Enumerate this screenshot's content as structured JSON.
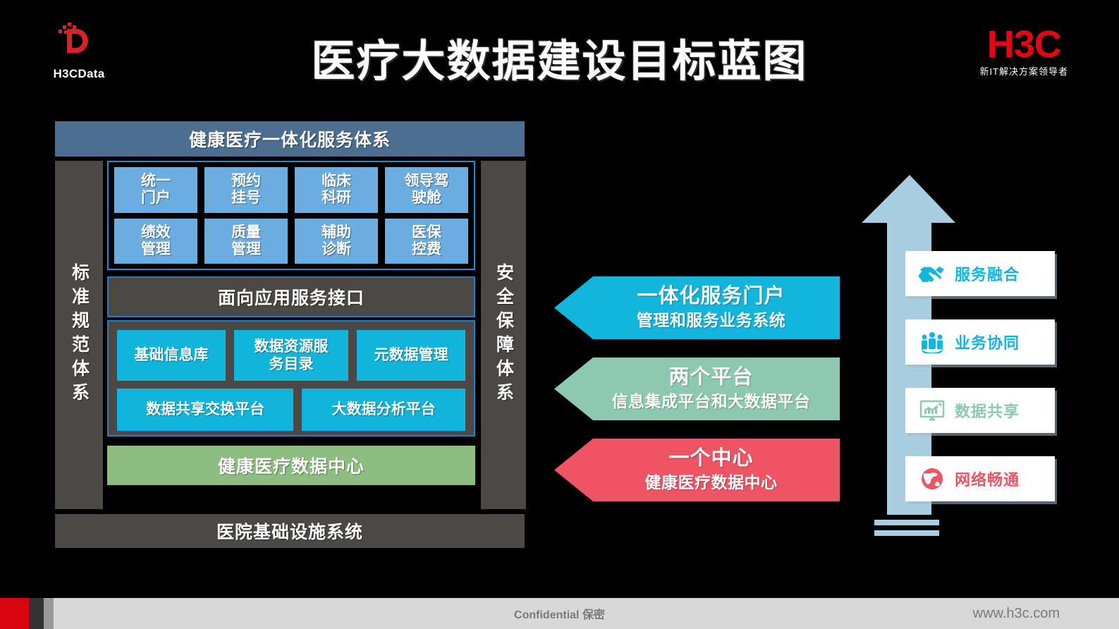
{
  "header": {
    "title": "医疗大数据建设目标蓝图",
    "left_logo_caption": "H3CData",
    "left_logo_icon": "h3cdata-pixel-d-logo",
    "right_logo_word": "H3C",
    "right_logo_tagline": "新IT解决方案领导者"
  },
  "architecture": {
    "top_bar": "健康医疗一体化服务体系",
    "left_side": "标准规范体系",
    "right_side": "安全保障体系",
    "apps": [
      "统一\n门户",
      "预约\n挂号",
      "临床\n科研",
      "领导驾\n驶舱",
      "绩效\n管理",
      "质量\n管理",
      "辅助\n诊断",
      "医保\n控费"
    ],
    "apps_flat": [
      {
        "l1": "统一",
        "l2": "门户"
      },
      {
        "l1": "预约",
        "l2": "挂号"
      },
      {
        "l1": "临床",
        "l2": "科研"
      },
      {
        "l1": "领导驾",
        "l2": "驶舱"
      },
      {
        "l1": "绩效",
        "l2": "管理"
      },
      {
        "l1": "质量",
        "l2": "管理"
      },
      {
        "l1": "辅助",
        "l2": "诊断"
      },
      {
        "l1": "医保",
        "l2": "控费"
      }
    ],
    "interface_bar": "面向应用服务接口",
    "data_row1": [
      "基础信息库",
      "数据资源服\n务目录",
      "元数据管理"
    ],
    "data_row1_items": [
      {
        "l1": "基础信息库",
        "l2": ""
      },
      {
        "l1": "数据资源服",
        "l2": "务目录"
      },
      {
        "l1": "元数据管理",
        "l2": ""
      }
    ],
    "data_row2": [
      "数据共享交换平台",
      "大数据分析平台"
    ],
    "data_center_bar": "健康医疗数据中心",
    "bottom_bar": "医院基础设施系统"
  },
  "chevrons": [
    {
      "title": "一体化服务门户",
      "subtitle": "管理和服务业务系统",
      "color": "#12B5DC"
    },
    {
      "title": "两个平台",
      "subtitle": "信息集成平台和大数据平台",
      "color": "#8CC9B0"
    },
    {
      "title": "一个中心",
      "subtitle": "健康医疗数据中心",
      "color": "#EF5464"
    }
  ],
  "benefit_cards": [
    {
      "label": "服务融合",
      "icon": "handshake-icon",
      "color": "#12B5DC"
    },
    {
      "label": "业务协同",
      "icon": "people-group-icon",
      "color": "#12B5DC"
    },
    {
      "label": "数据共享",
      "icon": "monitor-chart-icon",
      "color": "#8CC9B0"
    },
    {
      "label": "网络畅通",
      "icon": "globe-icon",
      "color": "#EF5464"
    }
  ],
  "arrow": {
    "name": "upward-arrow",
    "color": "#A9CDE0"
  },
  "footer": {
    "confidential": "Confidential 保密",
    "url": "www.h3c.com",
    "accent_red": "#D8040F"
  }
}
